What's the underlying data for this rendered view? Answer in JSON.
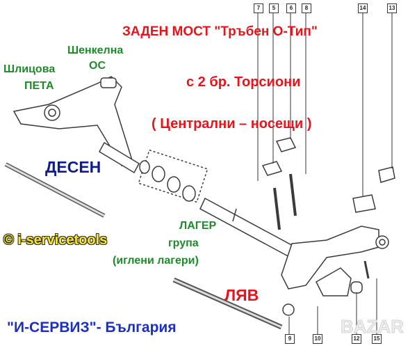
{
  "title": "ЗАДЕН МОСТ \"Тръбен О-Тип\"",
  "subtitle": "с 2 бр. Торсиони",
  "subtitle2": "( Централни – носещи )",
  "labels": {
    "shenkelna": "Шенкелна",
    "os": "ОС",
    "shlitsova": "Шлицова",
    "peta": "ПЕТА",
    "desen": "ДЕСЕН",
    "lyav": "ЛЯВ",
    "lager": "ЛАГЕР",
    "grupa": "група",
    "igleni": "(иглени лагери)",
    "copyright": "© i-servicetools",
    "company": "\"И-СЕРВИЗ\"- България",
    "watermark": "BAZAR"
  },
  "callouts": {
    "top": [
      "7",
      "5",
      "6",
      "8",
      "14",
      "13"
    ],
    "bottom": [
      "9",
      "10",
      "12",
      "15"
    ]
  },
  "colors": {
    "red": "#e8141b",
    "green": "#1e8a2a",
    "blue": "#0d1d8c",
    "part": "#444444"
  }
}
